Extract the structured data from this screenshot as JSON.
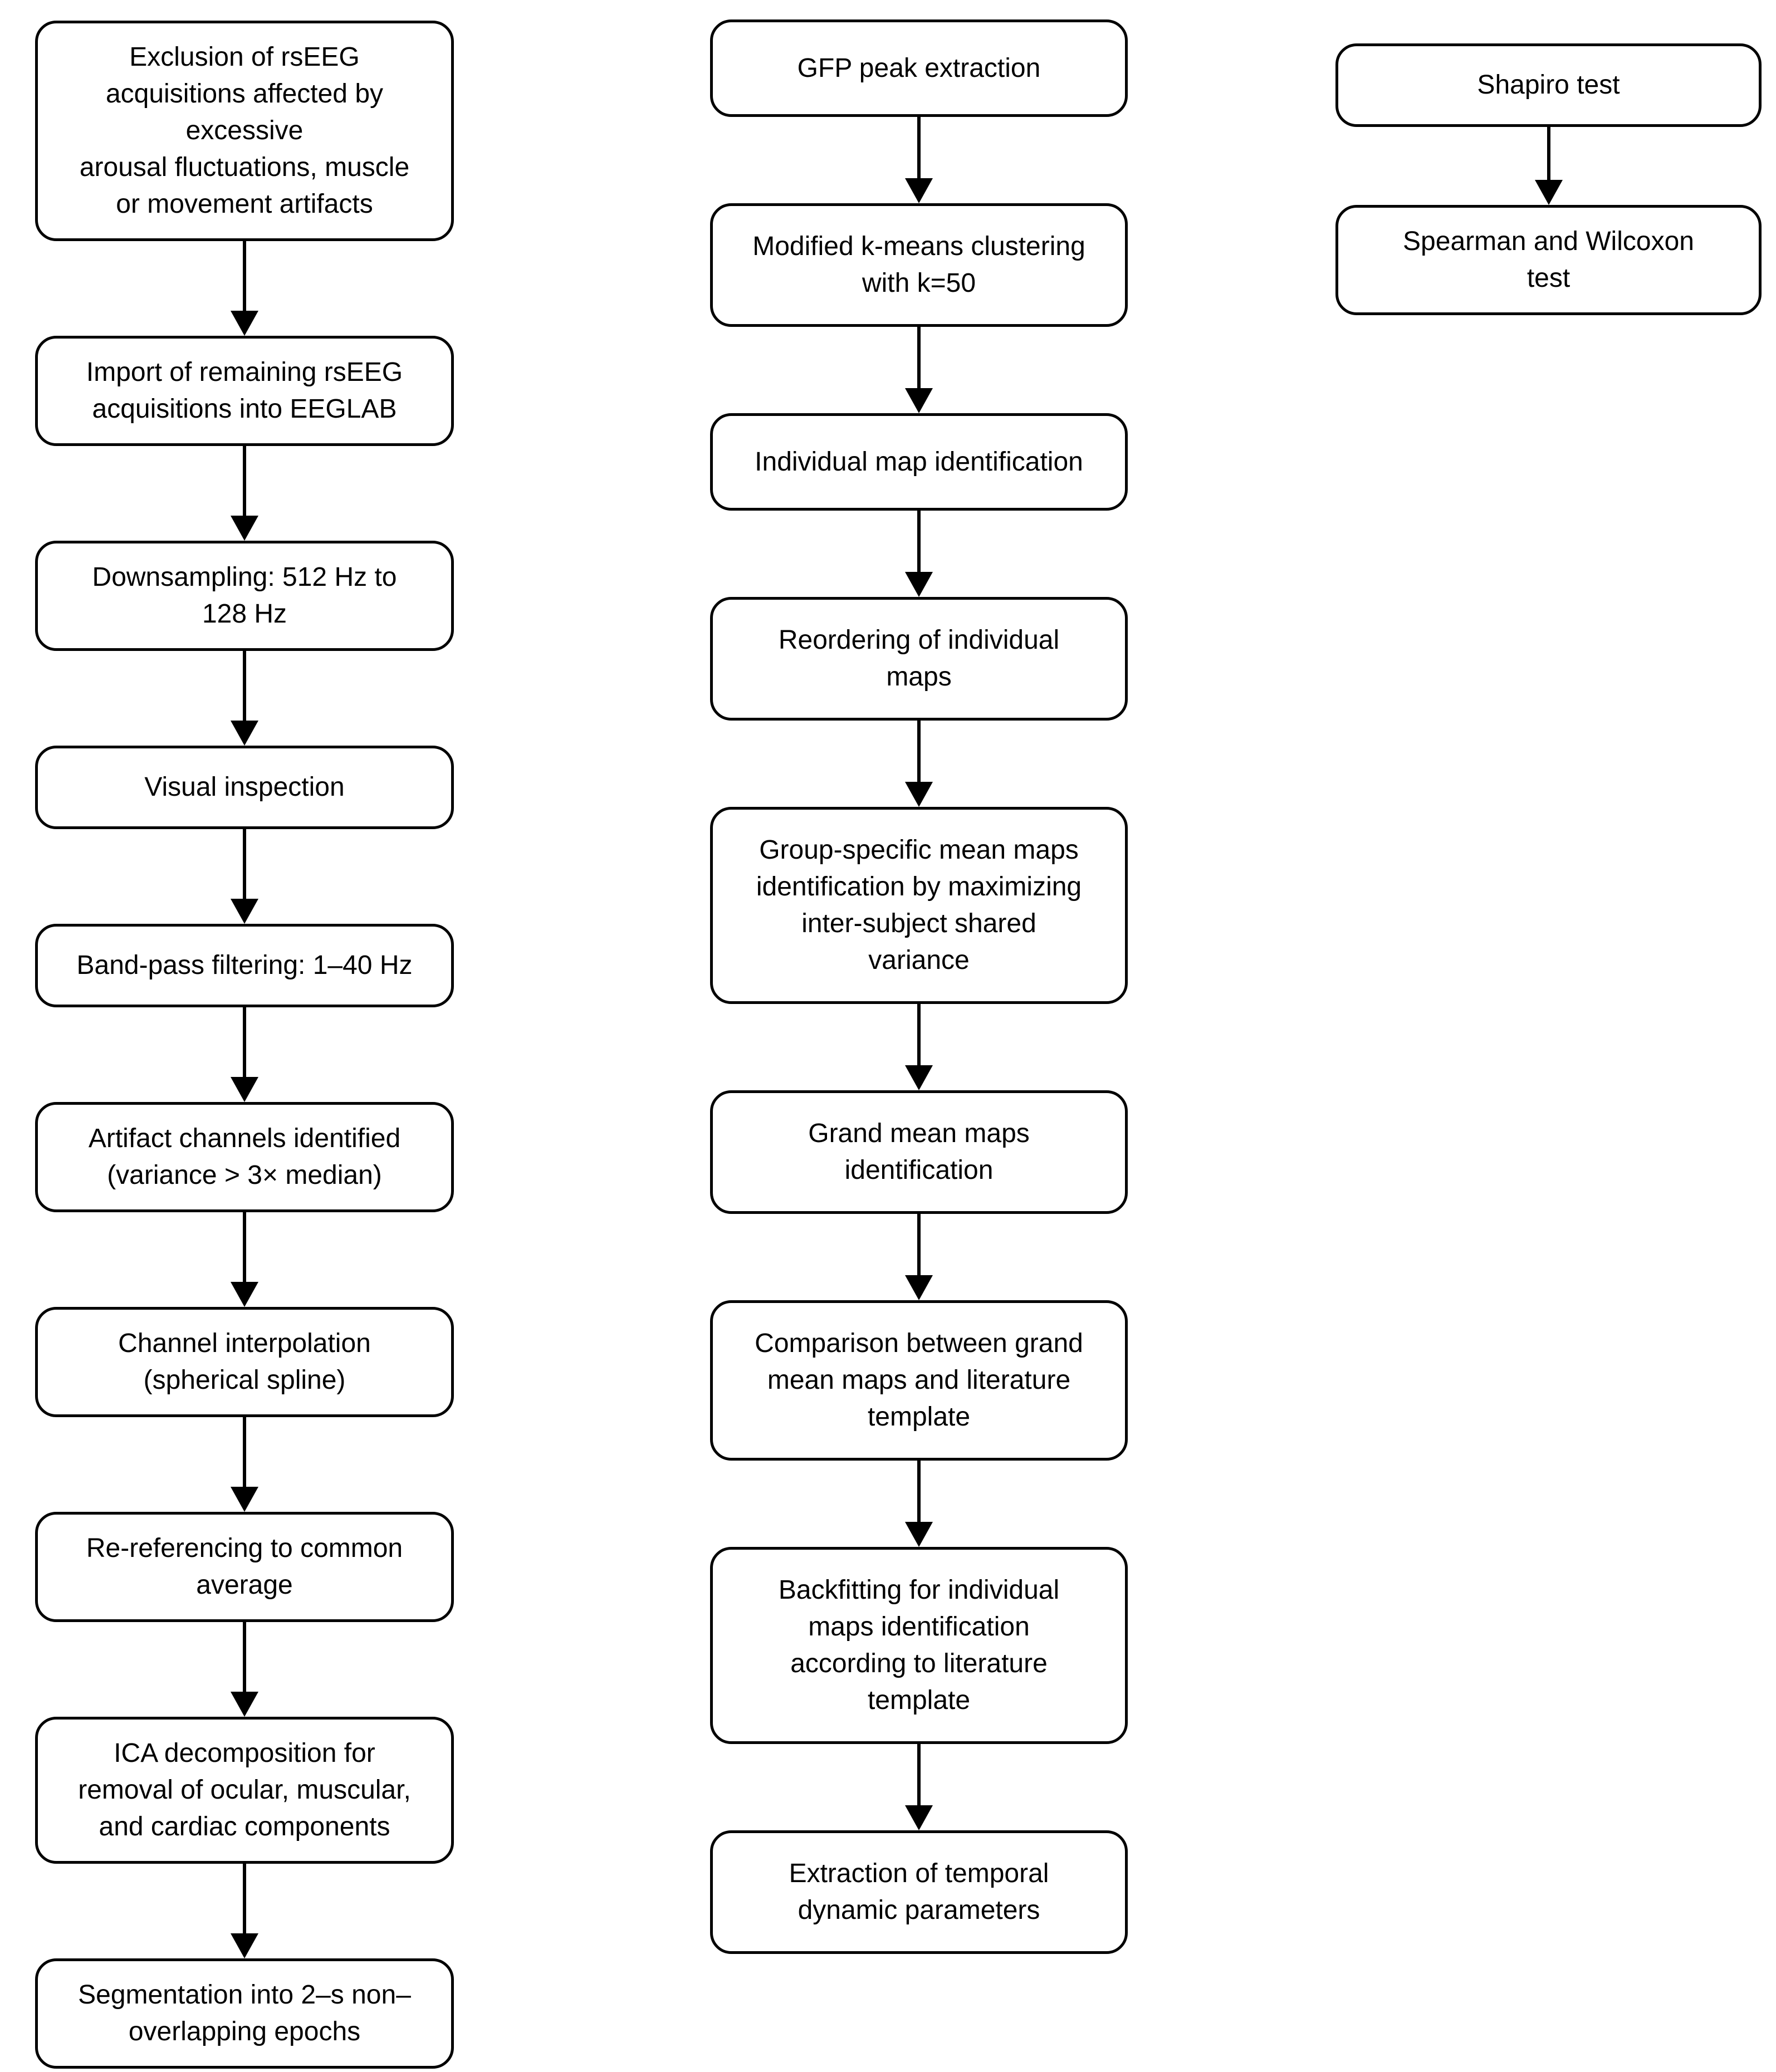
{
  "colors": {
    "background": "#ffffff",
    "box_border": "#000000",
    "box_fill": "#ffffff",
    "box_text": "#000000",
    "arrow": "#000000"
  },
  "flowchart": {
    "columns": [
      {
        "boxes": [
          "Exclusion of rsEEG\nacquisitions affected by\nexcessive\narousal fluctuations, muscle\nor movement artifacts",
          "Import of remaining rsEEG\nacquisitions into EEGLAB",
          "Downsampling: 512 Hz to\n128 Hz",
          "Visual inspection",
          "Band-pass filtering: 1–40 Hz",
          "Artifact channels identified\n(variance > 3× median)",
          "Channel interpolation\n(spherical spline)",
          "Re-referencing to common\naverage",
          "ICA decomposition for\nremoval of ocular, muscular,\nand cardiac components",
          "Segmentation into 2–s non–\noverlapping epochs"
        ]
      },
      {
        "boxes": [
          "GFP peak extraction",
          "Modified k-means clustering\nwith k=50",
          "Individual map identification",
          "Reordering of individual\nmaps",
          "Group-specific mean maps\nidentification by maximizing\ninter-subject shared\nvariance",
          "Grand mean maps\nidentification",
          "Comparison between grand\nmean maps and literature\ntemplate",
          "Backfitting for individual\nmaps identification\naccording to literature\ntemplate",
          "Extraction of temporal\ndynamic parameters"
        ]
      },
      {
        "boxes": [
          "Shapiro test",
          "Spearman and Wilcoxon\ntest"
        ]
      }
    ]
  }
}
